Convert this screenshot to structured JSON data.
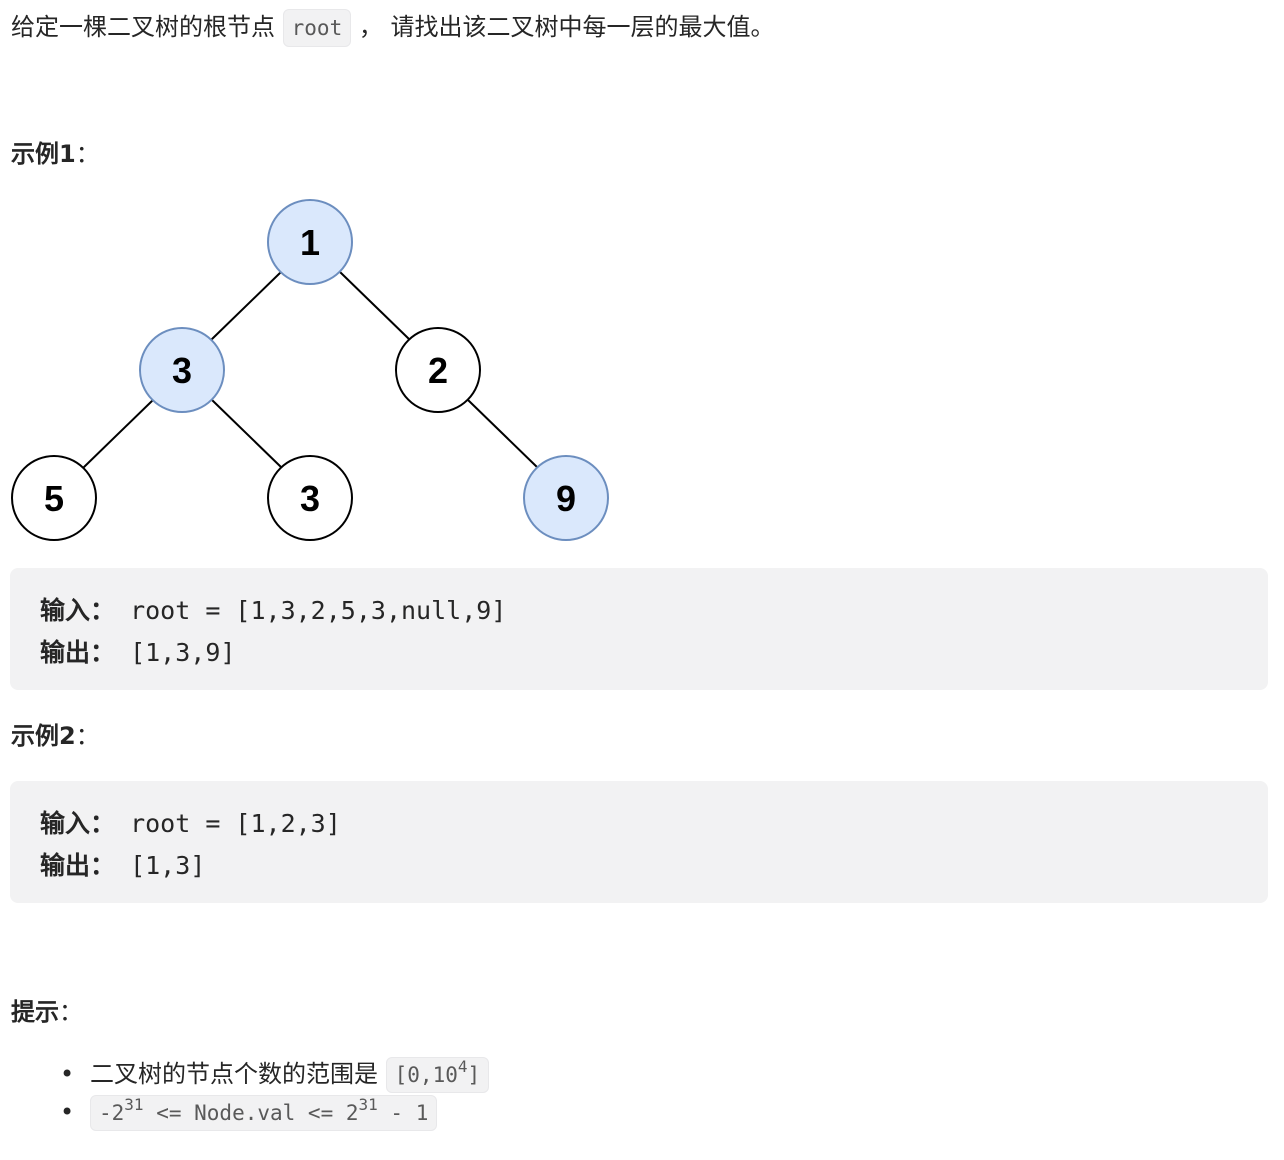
{
  "intro": {
    "before": "给定一棵二叉树的根节点",
    "code": "root",
    "after": " ，  请找出该二叉树中每一层的最大值。"
  },
  "example1": {
    "title": "示例1",
    "colon": "：",
    "tree": {
      "nodes": [
        {
          "id": "n1",
          "label": "1",
          "highlighted": true
        },
        {
          "id": "n3a",
          "label": "3",
          "highlighted": true
        },
        {
          "id": "n2",
          "label": "2",
          "highlighted": false
        },
        {
          "id": "n5",
          "label": "5",
          "highlighted": false
        },
        {
          "id": "n3b",
          "label": "3",
          "highlighted": false
        },
        {
          "id": "n9",
          "label": "9",
          "highlighted": true
        }
      ],
      "edges": [
        [
          "n1",
          "n3a"
        ],
        [
          "n1",
          "n2"
        ],
        [
          "n3a",
          "n5"
        ],
        [
          "n3a",
          "n3b"
        ],
        [
          "n2",
          "n9"
        ]
      ],
      "colors": {
        "highlight_fill": "#dae8fc",
        "highlight_stroke": "#6c8ebf",
        "plain_fill": "#ffffff",
        "plain_stroke": "#000000"
      }
    },
    "input_label": "输入：",
    "input_value": " root = [1,3,2,5,3,null,9]",
    "output_label": "输出：",
    "output_value": " [1,3,9]"
  },
  "example2": {
    "title": "示例2",
    "colon": "：",
    "input_label": "输入：",
    "input_value": " root = [1,2,3]",
    "output_label": "输出：",
    "output_value": " [1,3]"
  },
  "hints": {
    "title": "提示",
    "colon": "：",
    "items": [
      {
        "text": "二叉树的节点个数的范围是 ",
        "code_base": "[0,10",
        "code_sup": "4",
        "code_end": "]"
      },
      {
        "code_a": "-2",
        "sup_a": "31",
        "code_b": " <= Node.val <= 2",
        "sup_b": "31",
        "code_c": " - 1"
      }
    ]
  }
}
